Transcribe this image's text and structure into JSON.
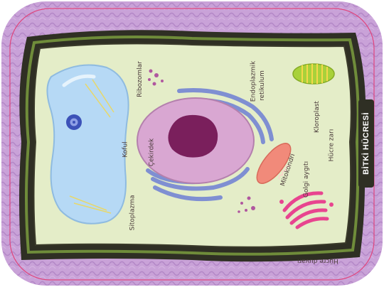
{
  "title": "BİTKİ HÜCRESİ",
  "labels": {
    "ribozomlar": "Ribozomlar",
    "endoplazmik": "Endoplazmik",
    "retikulum": "retikulum",
    "kloroplast": "Kloroplast",
    "hucre_zari": "Hücre zarı",
    "koful": "Koful",
    "cekirdek": "Çekirdek",
    "mitokondri": "Mitokondri",
    "golgi": "Golgi aygıtı",
    "sitoplazma": "Sitoplazma",
    "hucre_duvari": "Hücre duvarı"
  },
  "colors": {
    "frame": "#c9a2d8",
    "cell_wall_outer": "#2f2f24",
    "cell_wall_mid": "#6f8c3a",
    "cytoplasm": "#e4edc8",
    "vacuole": "#b6d9f5",
    "nucleus": "#d9a7d2",
    "nucleolus": "#7a1f5c",
    "er": "#7f8fd2",
    "mitochondria": "#f18a7a",
    "chloroplast": "#a8d13a",
    "golgi": "#e8448f",
    "ribosome": "#b0579f",
    "title_bg": "#2f2f24",
    "border_pink": "#e0457d"
  }
}
